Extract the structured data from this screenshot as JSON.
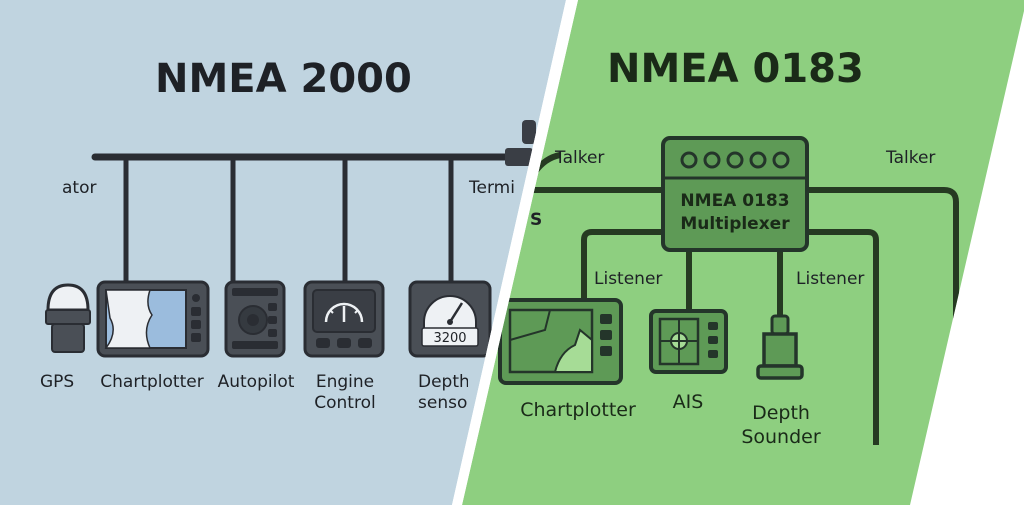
{
  "colors": {
    "left_panel": "#c0d4e0",
    "right_panel": "#8ecf80",
    "line": "#2a2d33",
    "device_body": "#4a4f56",
    "screen_blue": "#9bbcdd",
    "green_device": "#5e9a56",
    "green_screen": "#a6dc96",
    "outline_dark": "#24352a"
  },
  "left": {
    "title": "NMEA 2000",
    "partial_label": "ator",
    "terminator_label": "Termi",
    "devices": [
      {
        "label": "GPS",
        "icon": "gps-antenna-icon"
      },
      {
        "label": "Chartplotter",
        "icon": "chartplotter-icon"
      },
      {
        "label": "Autopilot",
        "icon": "autopilot-icon"
      },
      {
        "label": "Engine\nControl",
        "icon": "engine-control-icon"
      },
      {
        "label": "Depth\nsenso",
        "icon": "depth-sensor-icon",
        "readout": "3200"
      }
    ]
  },
  "right": {
    "title": "NMEA 0183",
    "multiplexer_label": "NMEA 0183\nMultiplexer",
    "talker_left": "Talker",
    "talker_right": "Talker",
    "listener_left": "Listener",
    "listener_right": "Listener",
    "partial_left": "S",
    "devices": [
      {
        "label": "Chartplotter",
        "icon": "chartplotter-icon"
      },
      {
        "label": "AIS",
        "icon": "ais-icon"
      },
      {
        "label": "Depth\nSounder",
        "icon": "depth-sounder-icon"
      }
    ]
  }
}
